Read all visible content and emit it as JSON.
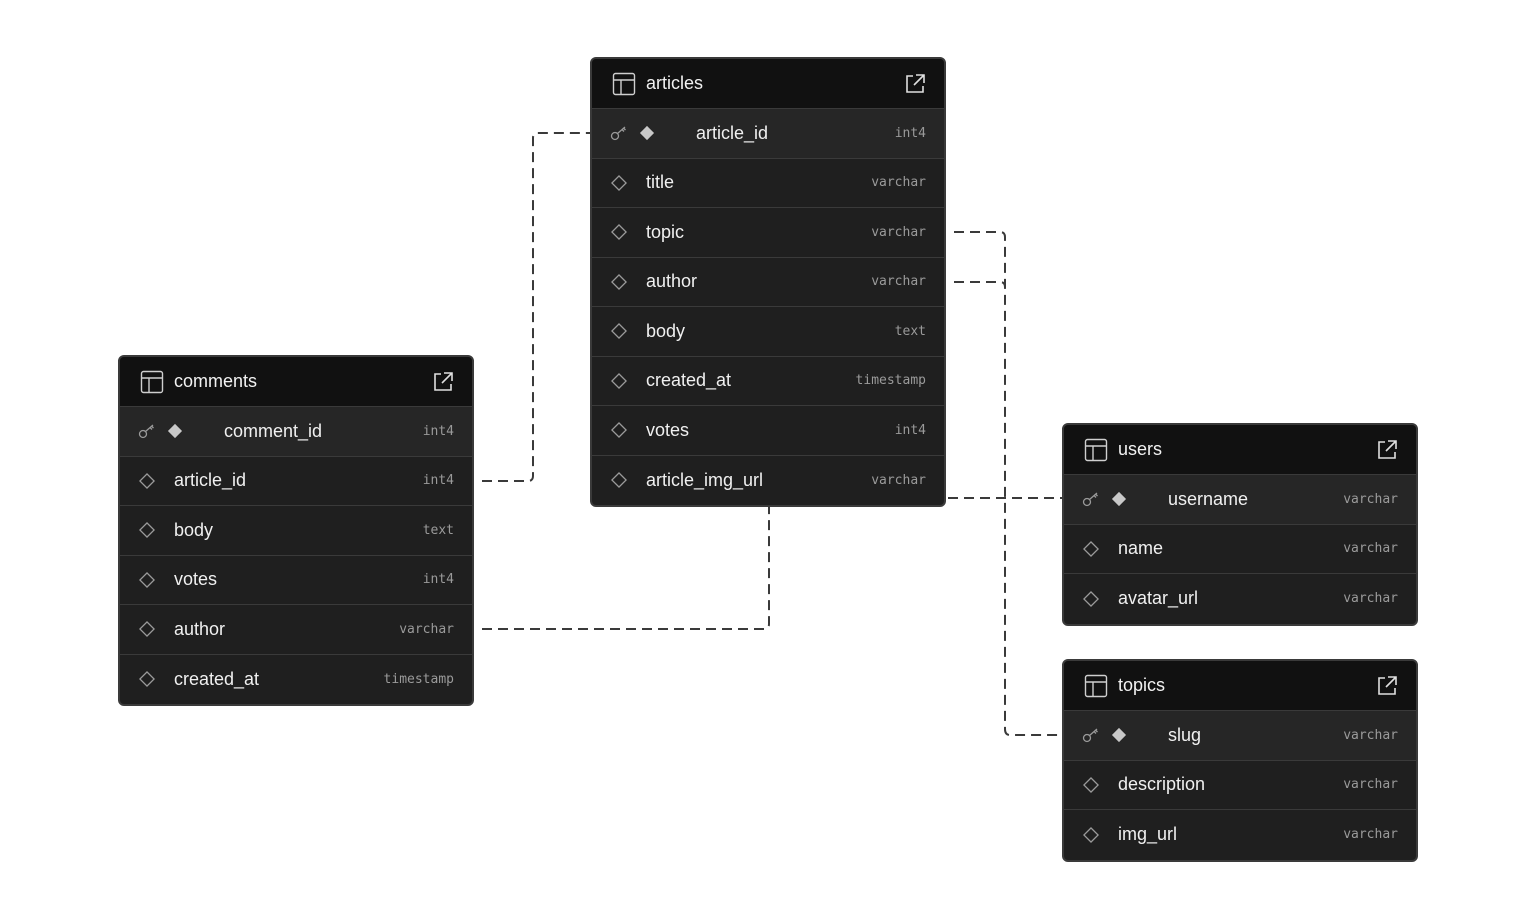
{
  "colors": {
    "background": "#ffffff",
    "table_body": "#1f1f1f",
    "table_header": "#111111",
    "border": "#3a3a3a",
    "link": "#3a3a3a"
  },
  "icons": {
    "table": "table-icon",
    "open": "external-link-icon",
    "primary_key": "key-icon",
    "pk_marker": "filled-diamond-icon",
    "column": "diamond-outline-icon"
  },
  "tables": [
    {
      "id": "articles",
      "name": "articles",
      "columns": [
        {
          "name": "article_id",
          "type": "int4",
          "pk": true
        },
        {
          "name": "title",
          "type": "varchar",
          "pk": false
        },
        {
          "name": "topic",
          "type": "varchar",
          "pk": false
        },
        {
          "name": "author",
          "type": "varchar",
          "pk": false
        },
        {
          "name": "body",
          "type": "text",
          "pk": false
        },
        {
          "name": "created_at",
          "type": "timestamp",
          "pk": false
        },
        {
          "name": "votes",
          "type": "int4",
          "pk": false
        },
        {
          "name": "article_img_url",
          "type": "varchar",
          "pk": false
        }
      ]
    },
    {
      "id": "comments",
      "name": "comments",
      "columns": [
        {
          "name": "comment_id",
          "type": "int4",
          "pk": true
        },
        {
          "name": "article_id",
          "type": "int4",
          "pk": false
        },
        {
          "name": "body",
          "type": "text",
          "pk": false
        },
        {
          "name": "votes",
          "type": "int4",
          "pk": false
        },
        {
          "name": "author",
          "type": "varchar",
          "pk": false
        },
        {
          "name": "created_at",
          "type": "timestamp",
          "pk": false
        }
      ]
    },
    {
      "id": "users",
      "name": "users",
      "columns": [
        {
          "name": "username",
          "type": "varchar",
          "pk": true
        },
        {
          "name": "name",
          "type": "varchar",
          "pk": false
        },
        {
          "name": "avatar_url",
          "type": "varchar",
          "pk": false
        }
      ]
    },
    {
      "id": "topics",
      "name": "topics",
      "columns": [
        {
          "name": "slug",
          "type": "varchar",
          "pk": true
        },
        {
          "name": "description",
          "type": "varchar",
          "pk": false
        },
        {
          "name": "img_url",
          "type": "varchar",
          "pk": false
        }
      ]
    }
  ],
  "relationships": [
    {
      "from": "comments.article_id",
      "to": "articles.article_id"
    },
    {
      "from": "comments.author",
      "to": "users.username"
    },
    {
      "from": "articles.topic",
      "to": "topics.slug"
    },
    {
      "from": "articles.author",
      "to": "users.username"
    }
  ]
}
